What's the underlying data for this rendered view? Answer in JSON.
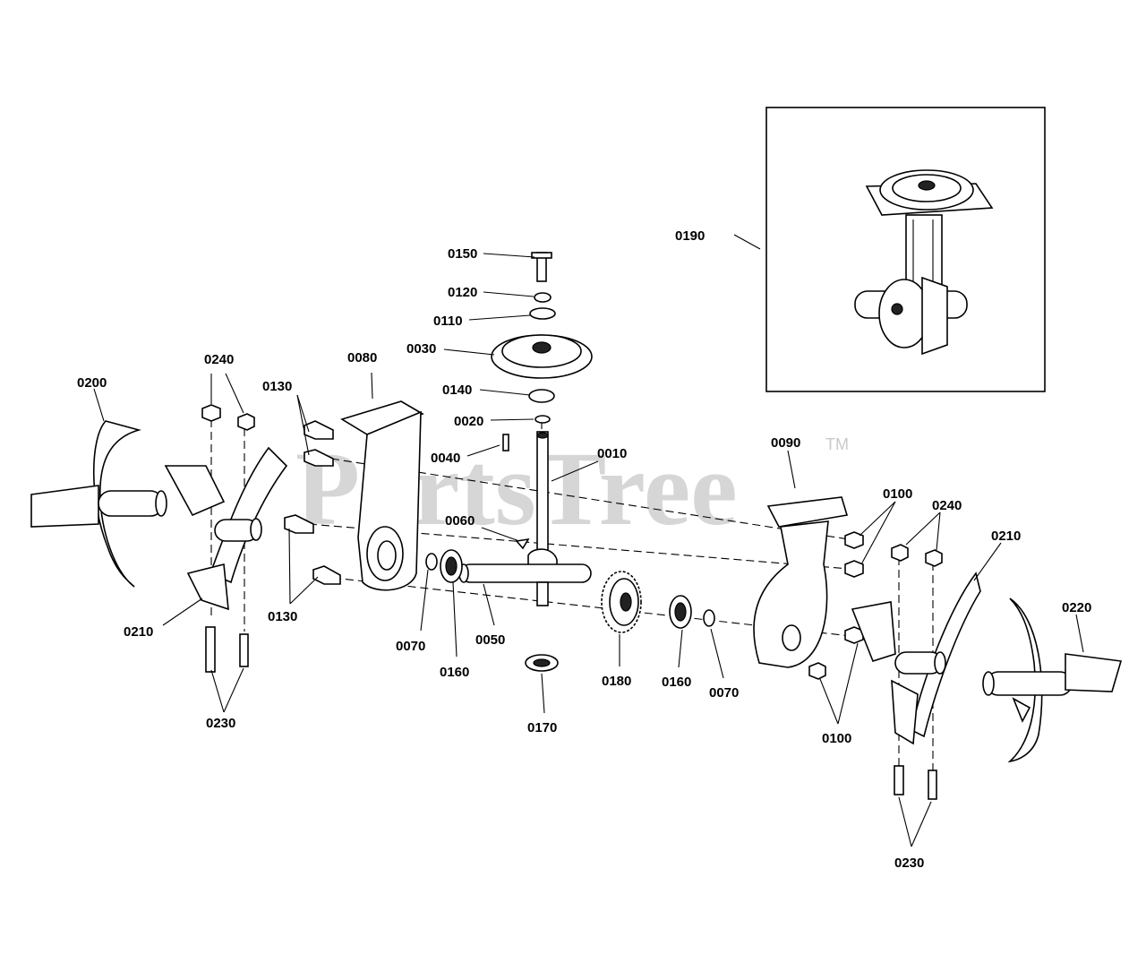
{
  "watermark": {
    "text": "PartsTree",
    "mark": "TM"
  },
  "callouts": {
    "c0010": "0010",
    "c0020": "0020",
    "c0030": "0030",
    "c0040": "0040",
    "c0050": "0050",
    "c0060": "0060",
    "c0070a": "0070",
    "c0070b": "0070",
    "c0080": "0080",
    "c0090": "0090",
    "c0100a": "0100",
    "c0100b": "0100",
    "c0110": "0110",
    "c0120": "0120",
    "c0130a": "0130",
    "c0130b": "0130",
    "c0140": "0140",
    "c0150": "0150",
    "c0160a": "0160",
    "c0160b": "0160",
    "c0170": "0170",
    "c0180": "0180",
    "c0190": "0190",
    "c0200": "0200",
    "c0210a": "0210",
    "c0210b": "0210",
    "c0220": "0220",
    "c0230a": "0230",
    "c0230b": "0230",
    "c0240a": "0240",
    "c0240b": "0240"
  }
}
